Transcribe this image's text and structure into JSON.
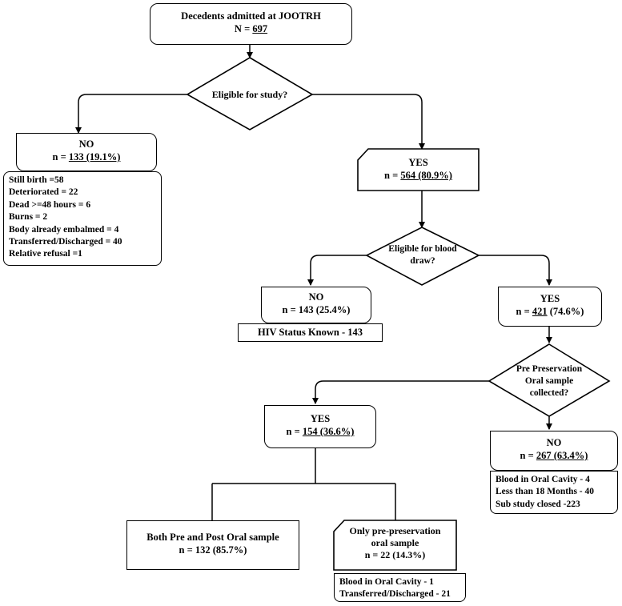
{
  "root": {
    "title": "Decedents admitted at JOOTRH",
    "count_prefix": "N = ",
    "count": "697"
  },
  "d1": {
    "question": "Eligible for study?"
  },
  "no1": {
    "label": "NO",
    "prefix": "n = ",
    "value": "133 (19.1%)",
    "reasons": [
      "Still birth =58",
      "Deteriorated = 22",
      "Dead >=48 hours = 6",
      "Burns = 2",
      "Body already embalmed = 4",
      "Transferred/Discharged = 40",
      "Relative refusal =1"
    ]
  },
  "yes1": {
    "label": "YES",
    "prefix": "n = ",
    "value": "564 (80.9%)"
  },
  "d2": {
    "line1": "Eligible for blood",
    "line2": "draw?"
  },
  "no2": {
    "label": "NO",
    "text": "n = 143 (25.4%)",
    "note": "HIV Status Known - 143"
  },
  "yes2": {
    "label": "YES",
    "prefix": "n = ",
    "value": "421",
    "suffix": " (74.6%)"
  },
  "d3": {
    "line1": "Pre Preservation",
    "line2": "Oral sample",
    "line3": "collected?"
  },
  "yes3": {
    "label": "YES",
    "prefix": "n = ",
    "value": "154 (36.6%)"
  },
  "no3": {
    "label": "NO",
    "prefix": "n = ",
    "value": "267 (63.4%)",
    "reasons": [
      "Blood in Oral Cavity - 4",
      "Less than 18 Months - 40",
      "Sub study closed -223"
    ]
  },
  "both": {
    "title": "Both Pre and Post Oral sample",
    "text": "n = 132 (85.7%)"
  },
  "only": {
    "line1": "Only pre-preservation",
    "line2": "oral sample",
    "text": "n = 22 (14.3%)",
    "reasons": [
      "Blood in Oral Cavity - 1",
      "Transferred/Discharged - 21"
    ]
  }
}
